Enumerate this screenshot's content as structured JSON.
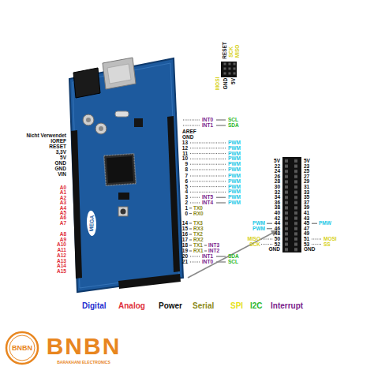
{
  "diagram": {
    "labels": [
      "RESET",
      "SCK",
      "MISO",
      "MOSI",
      "GND",
      "5V",
      "INT0",
      "SCL",
      "INT1",
      "SDA",
      "AREF",
      "GND",
      "13",
      "PWM",
      "12",
      "PWM",
      "11",
      "PWM",
      "10",
      "PWM",
      "9",
      "PWM",
      "8",
      "PWM",
      "7",
      "PWM",
      "6",
      "PWM",
      "5",
      "PWM",
      "4",
      "PWM",
      "3",
      "INT5",
      "PWM",
      "2",
      "INT4",
      "PWM",
      "1",
      "TX0",
      "0",
      "RX0",
      "14",
      "TX3",
      "15",
      "RX3",
      "16",
      "TX2",
      "17",
      "RX2",
      "18",
      "TX1",
      "INT3",
      "19",
      "RX1",
      "INT2",
      "20",
      "INT1",
      "SDA",
      "21",
      "INT0",
      "SCL",
      "Nicht Verwendet",
      "IOREF",
      "RESET",
      "3,3V",
      "5V",
      "GND",
      "GND",
      "VIN",
      "A0",
      "A1",
      "A2",
      "A3",
      "A4",
      "A5",
      "A6",
      "A7",
      "A8",
      "A9",
      "A10",
      "A11",
      "A12",
      "A13",
      "A14",
      "A15",
      "5V",
      "5V",
      "22",
      "23",
      "24",
      "25",
      "26",
      "27",
      "28",
      "29",
      "30",
      "31",
      "32",
      "33",
      "34",
      "35",
      "36",
      "37",
      "38",
      "39",
      "40",
      "41",
      "42",
      "43",
      "PWM",
      "44",
      "45",
      "PMW",
      "PWM",
      "46",
      "47",
      "48",
      "49",
      "MISO",
      "50",
      "51",
      "MOSI",
      "SCK",
      "52",
      "53",
      "SS",
      "GND",
      "GND",
      "BNBN",
      "BNBN",
      "BARAKHANI ELECTRONICS",
      "MEGA"
    ],
    "legend": [
      {
        "text": "Digital",
        "color": "#1f2fd0"
      },
      {
        "text": "Analog",
        "color": "#e0303a"
      },
      {
        "text": "Power",
        "color": "#111111"
      },
      {
        "text": "Serial",
        "color": "#8c8a1a"
      },
      {
        "text": "SPI",
        "color": "#e6e21a"
      },
      {
        "text": "I2C",
        "color": "#2db82d"
      },
      {
        "text": "Interrupt",
        "color": "#7b1e8c"
      }
    ]
  }
}
